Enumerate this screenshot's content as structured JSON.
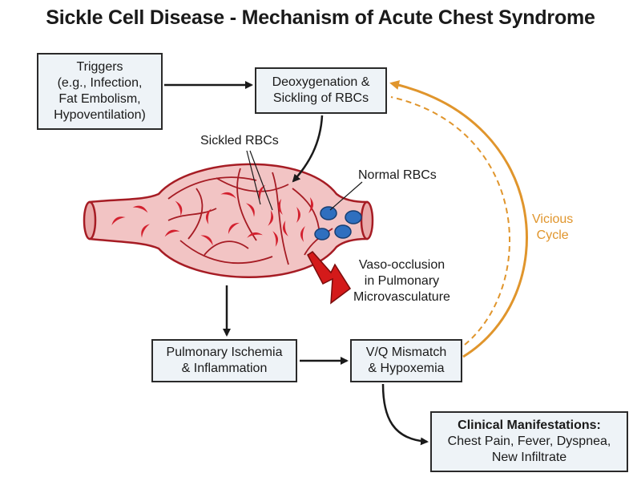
{
  "title": "Sickle Cell Disease - Mechanism of Acute Chest Syndrome",
  "boxes": {
    "triggers": [
      "Triggers",
      "(e.g., Infection,",
      "Fat Embolism,",
      "Hypoventilation)"
    ],
    "deoxygenation": [
      "Deoxygenation &",
      "Sickling of RBCs"
    ],
    "ischemia": [
      "Pulmonary Ischemia",
      "& Inflammation"
    ],
    "vq": [
      "V/Q Mismatch",
      "& Hypoxemia"
    ],
    "clinical_header": "Clinical Manifestations:",
    "clinical": [
      "Chest Pain, Fever, Dyspnea,",
      "New Infiltrate"
    ]
  },
  "labels": {
    "sickled": "Sickled RBCs",
    "normal": "Normal RBCs",
    "vaso": [
      "Vaso-occlusion",
      "in Pulmonary",
      "Microvasculature"
    ],
    "vicious": [
      "Vicious",
      "Cycle"
    ]
  },
  "colors": {
    "vessel_fill": "#f2c4c4",
    "vessel_stroke": "#a61c24",
    "sickle_cell": "#d3202e",
    "normal_cell": "#2f6fbf",
    "cycle": "#e0952c",
    "pointer_arrow": "#d41a1a",
    "box_fill": "#eef3f7"
  }
}
